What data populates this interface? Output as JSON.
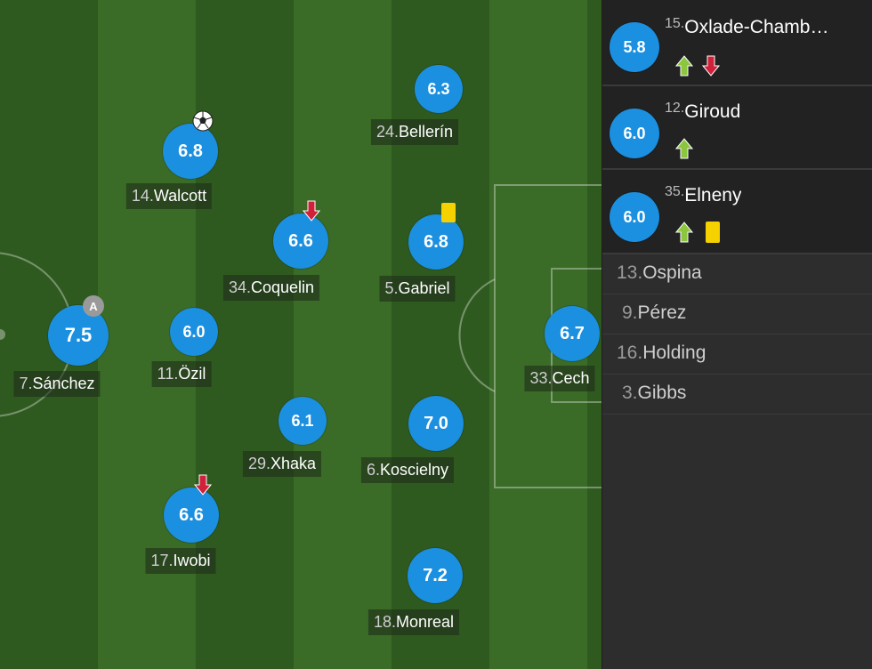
{
  "players": [
    {
      "id": "walcott",
      "number": "14.",
      "name": "Walcott",
      "rating": "6.8"
    },
    {
      "id": "bellerin",
      "number": "24.",
      "name": "Bellerín",
      "rating": "6.3"
    },
    {
      "id": "coquelin",
      "number": "34.",
      "name": "Coquelin",
      "rating": "6.6"
    },
    {
      "id": "gabriel",
      "number": "5.",
      "name": "Gabriel",
      "rating": "6.8"
    },
    {
      "id": "sanchez",
      "number": "7.",
      "name": "Sánchez",
      "rating": "7.5"
    },
    {
      "id": "ozil",
      "number": "11.",
      "name": "Özil",
      "rating": "6.0"
    },
    {
      "id": "cech",
      "number": "33.",
      "name": "Cech",
      "rating": "6.7"
    },
    {
      "id": "xhaka",
      "number": "29.",
      "name": "Xhaka",
      "rating": "6.1"
    },
    {
      "id": "koscielny",
      "number": "6.",
      "name": "Koscielny",
      "rating": "7.0"
    },
    {
      "id": "iwobi",
      "number": "17.",
      "name": "Iwobi",
      "rating": "6.6"
    },
    {
      "id": "monreal",
      "number": "18.",
      "name": "Monreal",
      "rating": "7.2"
    }
  ],
  "captain_badge": "A",
  "subs_used": [
    {
      "number": "15.",
      "name": "Oxlade-Chamb…",
      "rating": "5.8",
      "events": [
        "sub-on",
        "sub-off"
      ]
    },
    {
      "number": "12.",
      "name": "Giroud",
      "rating": "6.0",
      "events": [
        "sub-on"
      ]
    },
    {
      "number": "35.",
      "name": "Elneny",
      "rating": "6.0",
      "events": [
        "sub-on",
        "yellow-card"
      ]
    }
  ],
  "bench": [
    {
      "number": "13.",
      "name": "Ospina"
    },
    {
      "number": "9.",
      "name": "Pérez"
    },
    {
      "number": "16.",
      "name": "Holding"
    },
    {
      "number": "3.",
      "name": "Gibbs"
    }
  ],
  "colors": {
    "rating_bubble": "#1b8fe0",
    "pitch_dark": "#2f5a1f",
    "pitch_light": "#3a6b27",
    "yellow_card": "#f5d100",
    "sub_on_arrow": "#8cc63f",
    "sub_off_arrow": "#d0203a"
  }
}
